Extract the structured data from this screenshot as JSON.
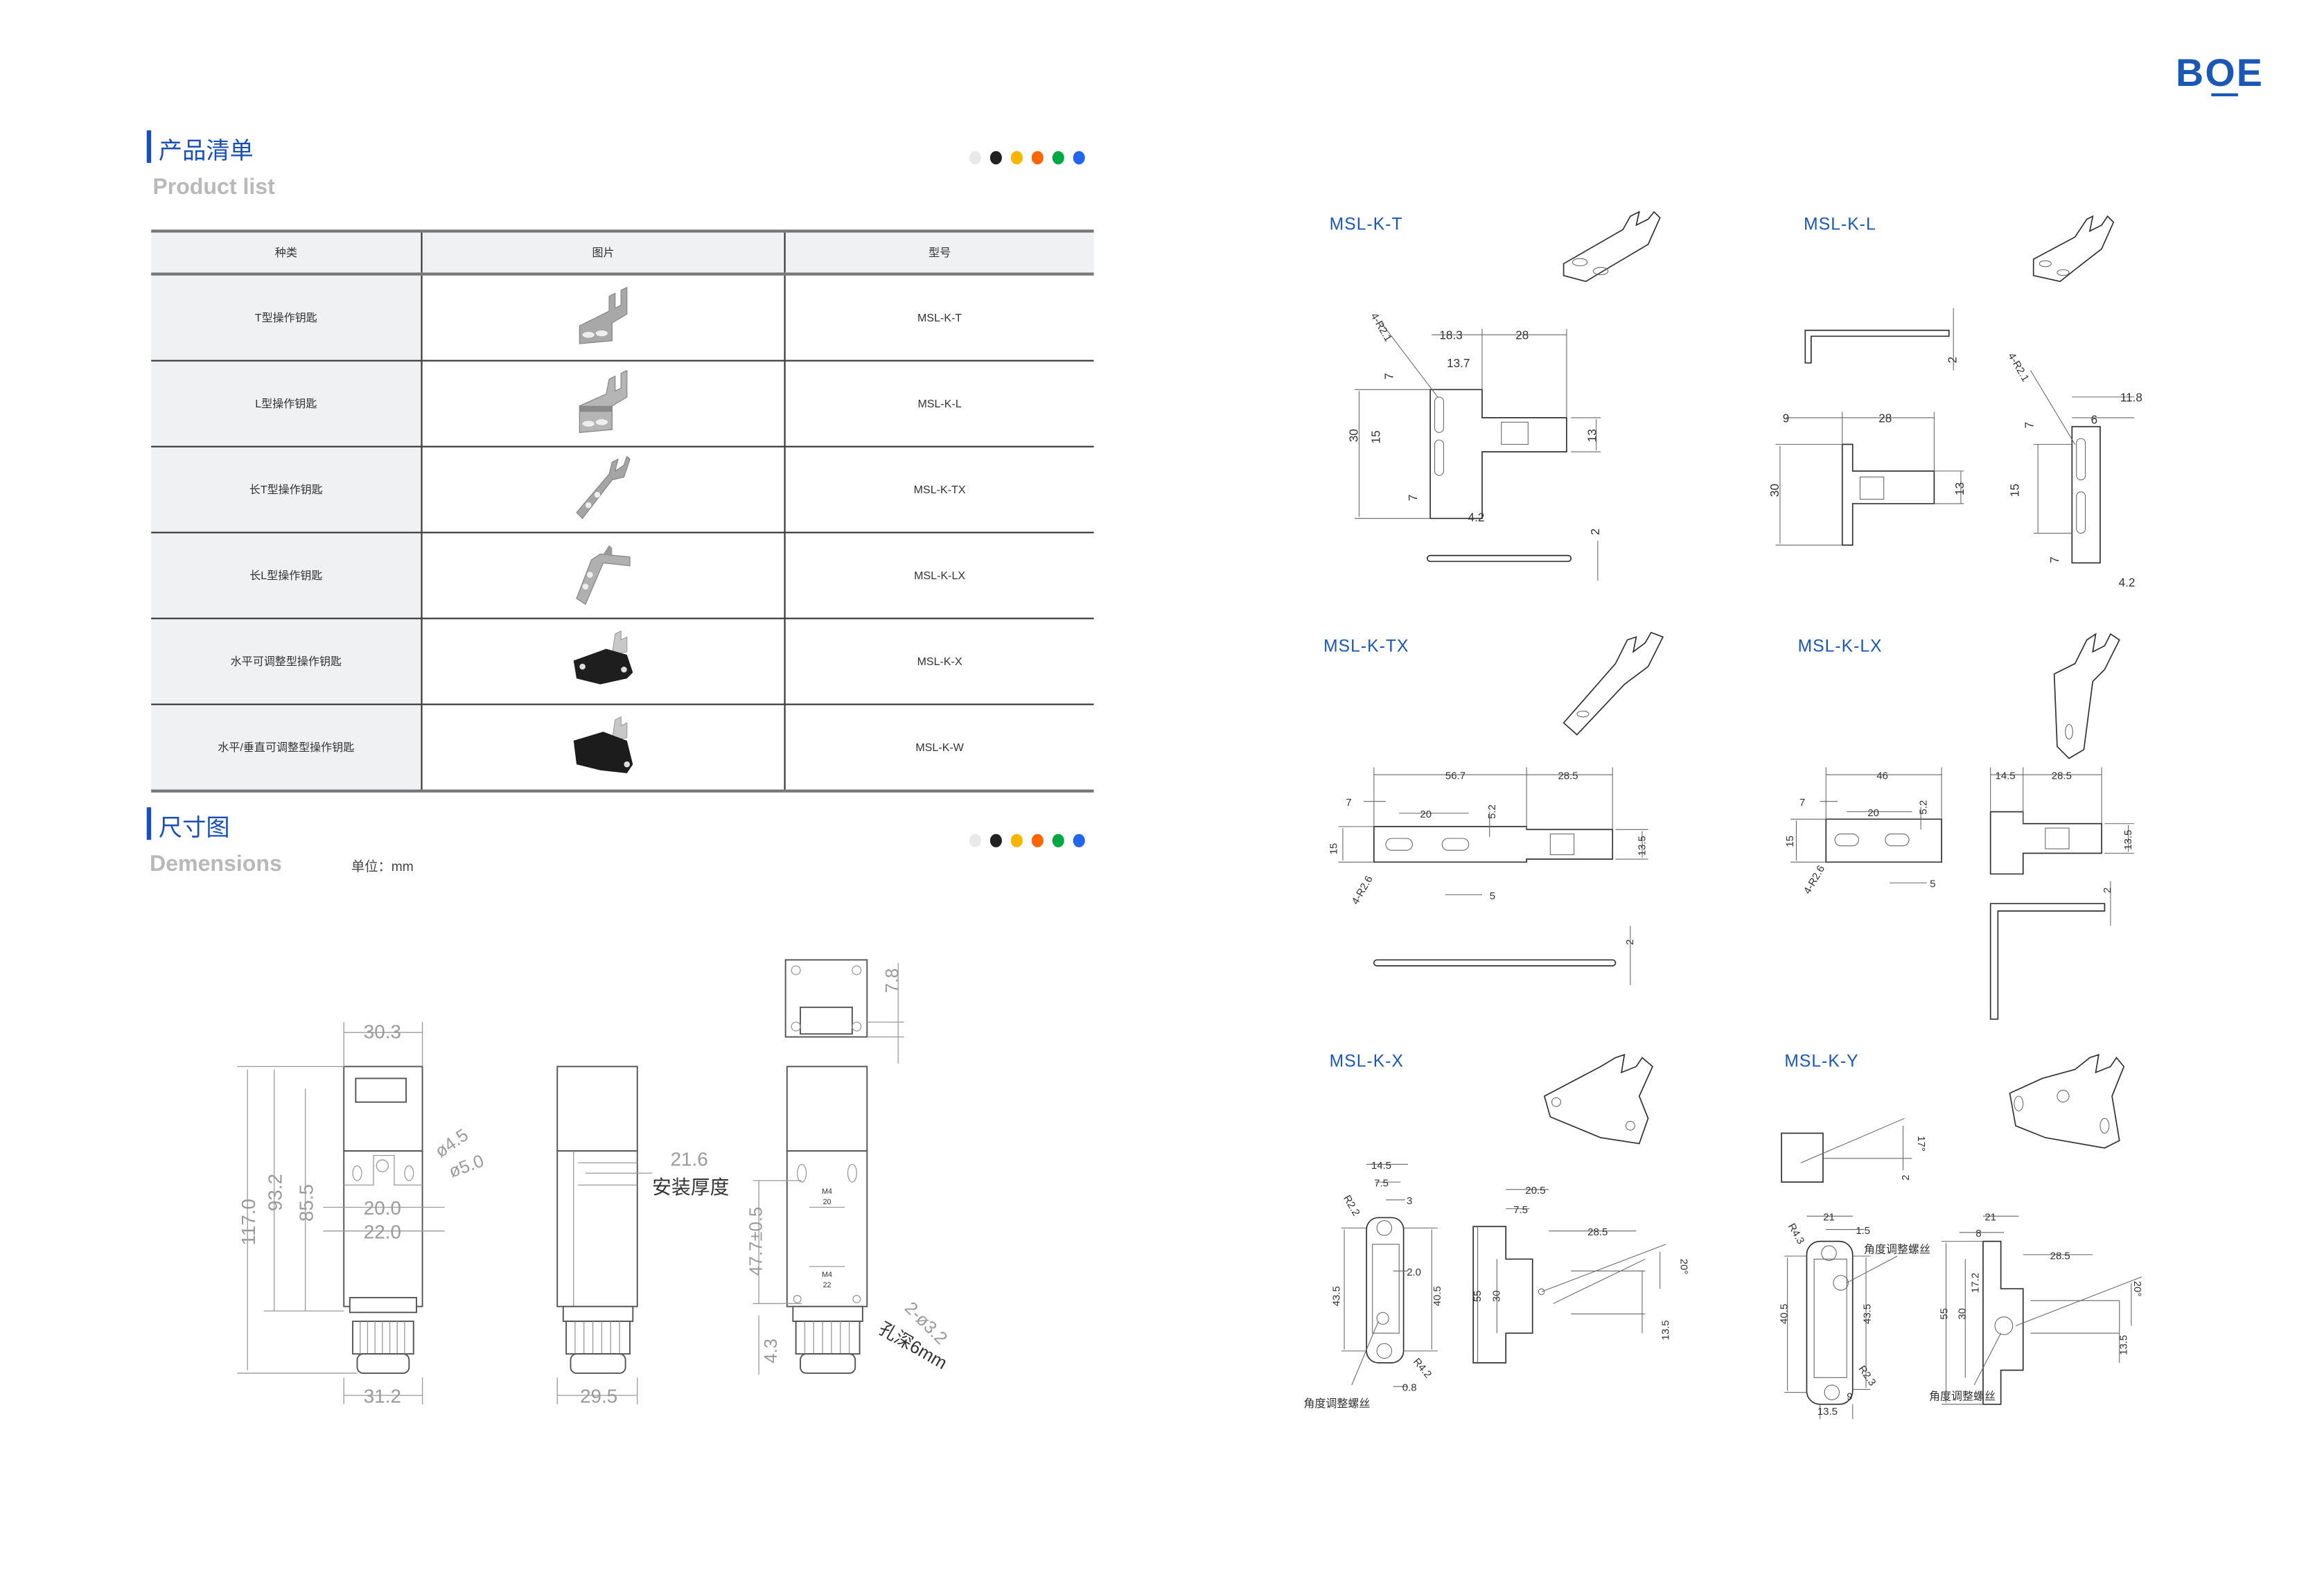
{
  "brand": {
    "logo": "BOE"
  },
  "color_dots": [
    "#e9e9e9",
    "#222222",
    "#f7b500",
    "#ff6600",
    "#00a844",
    "#2266ee"
  ],
  "product_list": {
    "title_cn": "产品清单",
    "title_en": "Product list",
    "headers": [
      "种类",
      "图片",
      "型号"
    ],
    "rows": [
      {
        "type": "T型操作钥匙",
        "model": "MSL-K-T",
        "image": "t-key-photo"
      },
      {
        "type": "L型操作钥匙",
        "model": "MSL-K-L",
        "image": "l-key-photo"
      },
      {
        "type": "长T型操作钥匙",
        "model": "MSL-K-TX",
        "image": "long-t-key-photo"
      },
      {
        "type": "长L型操作钥匙",
        "model": "MSL-K-LX",
        "image": "long-l-key-photo"
      },
      {
        "type": "水平可调整型操作钥匙",
        "model": "MSL-K-X",
        "image": "horizontal-adjustable-key-photo"
      },
      {
        "type": "水平/垂直可调整型操作钥匙",
        "model": "MSL-K-W",
        "image": "hv-adjustable-key-photo"
      }
    ]
  },
  "dimensions": {
    "title_cn": "尺寸图",
    "title_en": "Demensions",
    "unit": "单位：mm",
    "switch_labels": [
      "30.3",
      "117.0",
      "93.2",
      "85.5",
      "ø4.5",
      "ø5.0",
      "20.0",
      "22.0",
      "31.2",
      "21.6",
      "安装厚度",
      "29.5",
      "7.8",
      "47.7±0.5",
      "M4",
      "20",
      "M4",
      "22",
      "4.3",
      "2-ø3.2",
      "孔深6mm"
    ]
  },
  "keys": [
    {
      "model": "MSL-K-T",
      "dims": [
        "4-R2.1",
        "18.3",
        "28",
        "13.7",
        "7",
        "30",
        "15",
        "13",
        "7",
        "4.2",
        "2"
      ]
    },
    {
      "model": "MSL-K-L",
      "dims": [
        "2",
        "9",
        "28",
        "30",
        "13",
        "4-R2.1",
        "11.8",
        "6",
        "7",
        "15",
        "7",
        "4.2"
      ]
    },
    {
      "model": "MSL-K-TX",
      "dims": [
        "56.7",
        "28.5",
        "7",
        "20",
        "5.2",
        "15",
        "13.5",
        "4-R2.6",
        "5",
        "2"
      ]
    },
    {
      "model": "MSL-K-LX",
      "dims": [
        "46",
        "7",
        "20",
        "5.2",
        "15",
        "4-R2.6",
        "5",
        "14.5",
        "28.5",
        "13.5",
        "2"
      ]
    },
    {
      "model": "MSL-K-X",
      "dims": [
        "14.5",
        "7.5",
        "3",
        "R2.2",
        "2.0",
        "43.5",
        "40.5",
        "R4.2",
        "0.8",
        "角度调整螺丝",
        "20.5",
        "7.5",
        "28.5",
        "55",
        "30",
        "20°",
        "13.5"
      ]
    },
    {
      "model": "MSL-K-Y",
      "dims": [
        "17°",
        "2",
        "21",
        "1.5",
        "R4.3",
        "角度调整螺丝",
        "40.5",
        "43.5",
        "R2.3",
        "9",
        "13.5",
        "21",
        "8",
        "28.5",
        "55",
        "30",
        "17.2",
        "20°",
        "13.5",
        "角度调整螺丝"
      ]
    }
  ]
}
